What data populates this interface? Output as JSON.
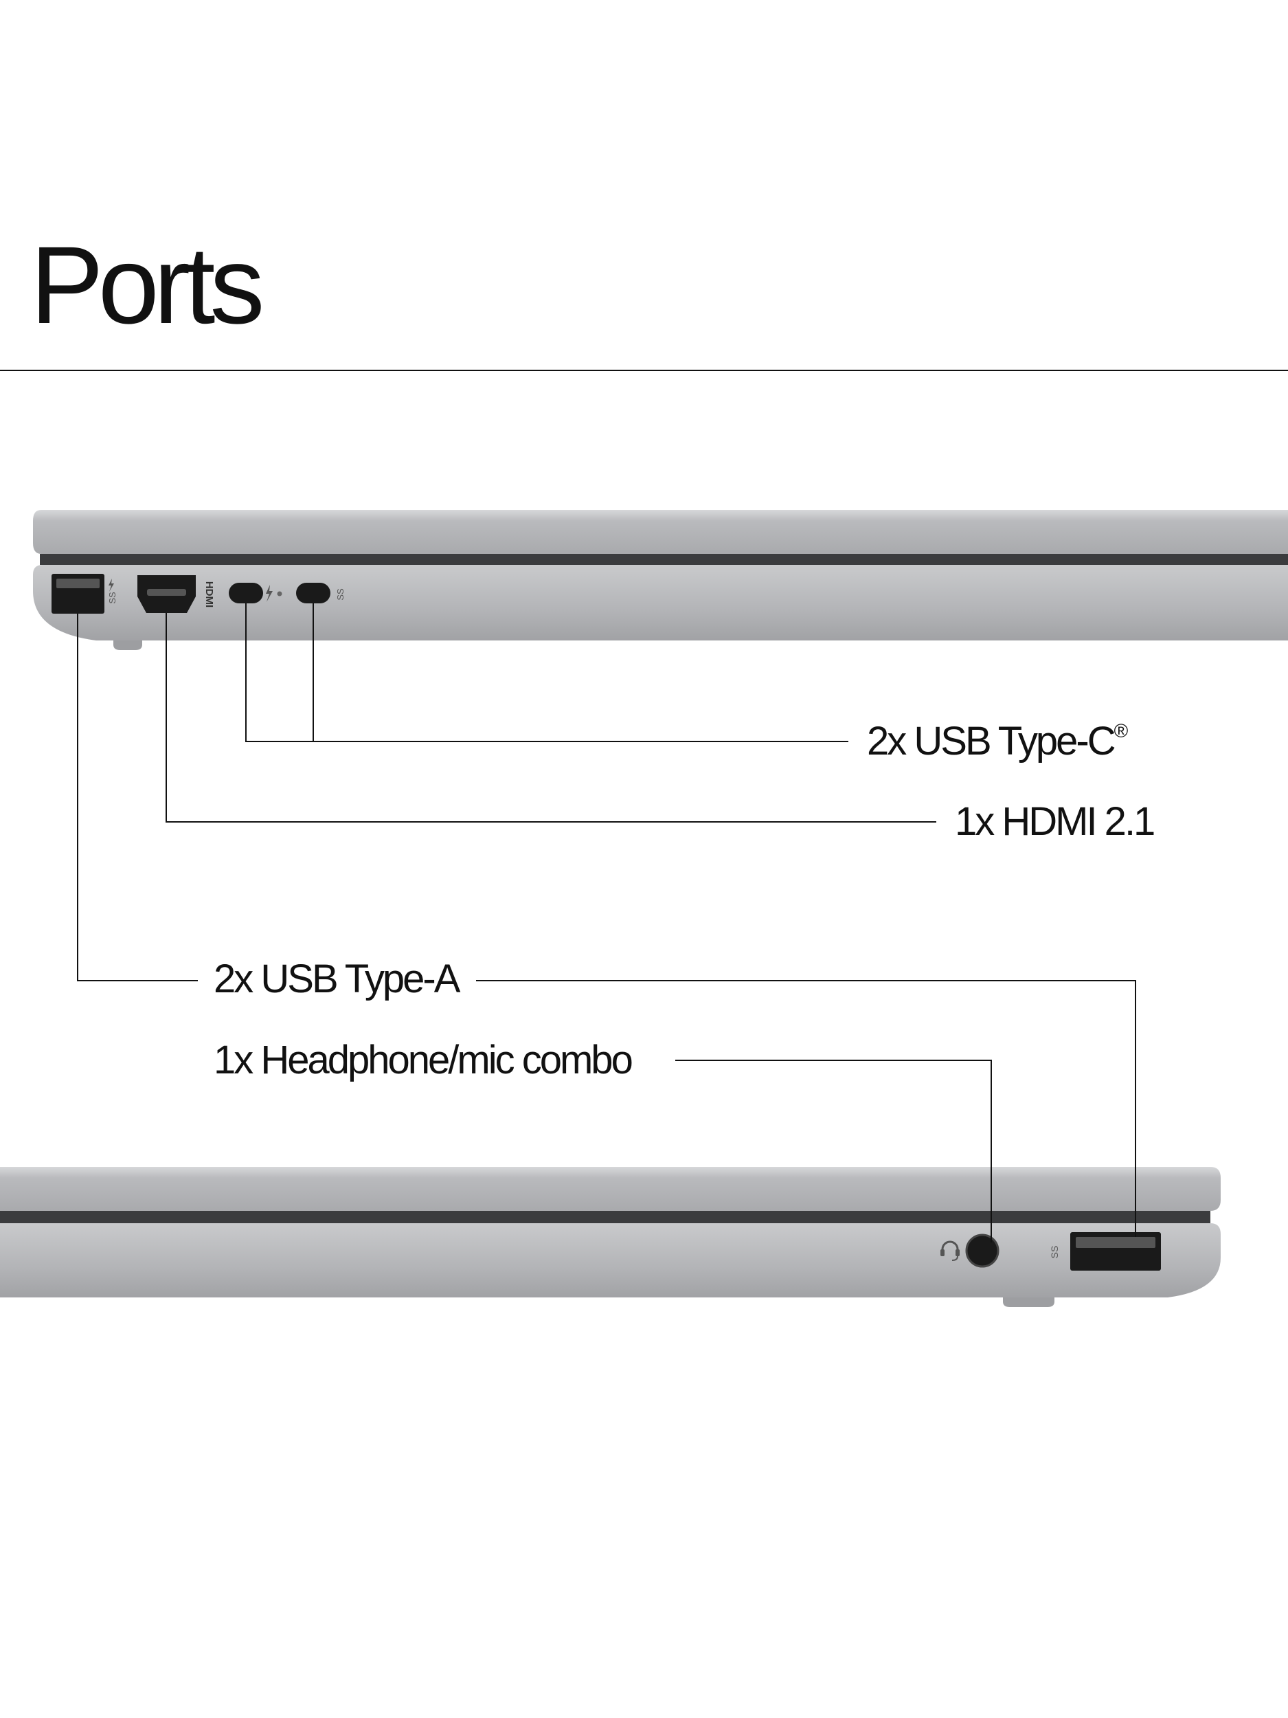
{
  "title": "Ports",
  "labels": {
    "usb_c": "2x USB Type-C",
    "usb_c_mark": "®",
    "hdmi": "1x HDMI 2.1",
    "usb_a": "2x USB Type-A",
    "headphone": "1x Headphone/mic combo"
  },
  "port_markings": {
    "hdmi": "HDMI",
    "superspeed": "SS"
  },
  "colors": {
    "aluminum": "#b4b5b8",
    "port": "#1a1a1a",
    "line": "#111111"
  }
}
